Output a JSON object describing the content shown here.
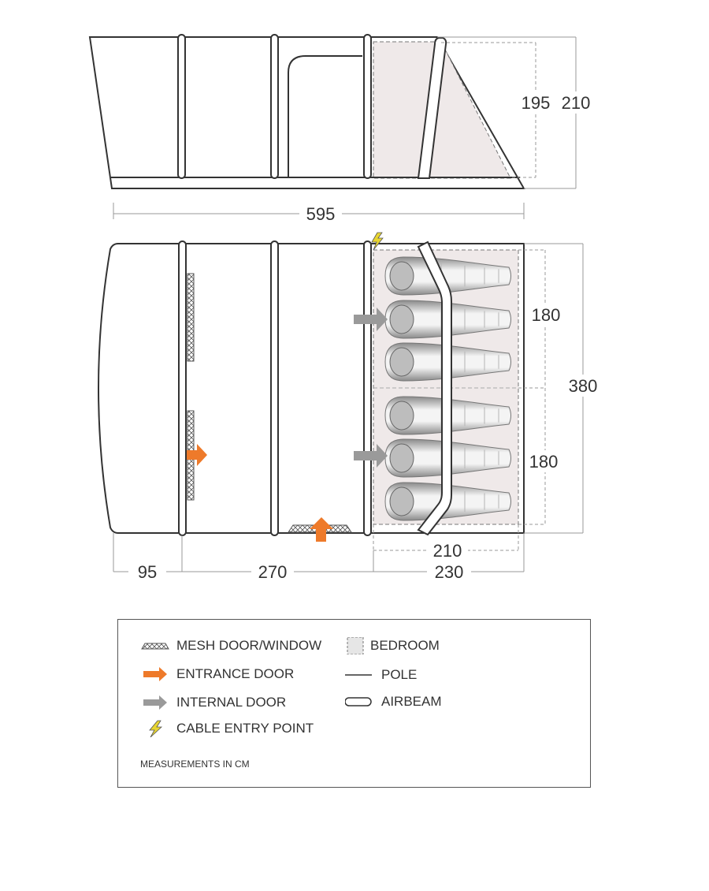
{
  "diagram": {
    "dimensions": {
      "side_bedroom_height": "195",
      "side_total_height": "210",
      "overall_length": "595",
      "bedroom_depth_upper": "180",
      "bedroom_depth_lower": "180",
      "overall_width": "380",
      "bedroom_width": "210",
      "porch_depth": "95",
      "living_length": "270",
      "inner_length": "230"
    },
    "colors": {
      "outline": "#333333",
      "bedroom_fill": "#efe9e9",
      "entrance_arrow": "#ee7a2a",
      "internal_arrow": "#9a9a9a",
      "cable_bolt": "#e8d531"
    }
  },
  "legend": {
    "items": [
      {
        "icon": "mesh-icon",
        "label": "MESH DOOR/WINDOW"
      },
      {
        "icon": "bedroom-icon",
        "label": "BEDROOM"
      },
      {
        "icon": "entrance-arrow-icon",
        "label": "ENTRANCE DOOR"
      },
      {
        "icon": "pole-icon",
        "label": "POLE"
      },
      {
        "icon": "internal-arrow-icon",
        "label": "INTERNAL DOOR"
      },
      {
        "icon": "airbeam-icon",
        "label": "AIRBEAM"
      },
      {
        "icon": "lightning-icon",
        "label": "CABLE ENTRY POINT"
      }
    ],
    "note": "MEASUREMENTS IN CM"
  }
}
